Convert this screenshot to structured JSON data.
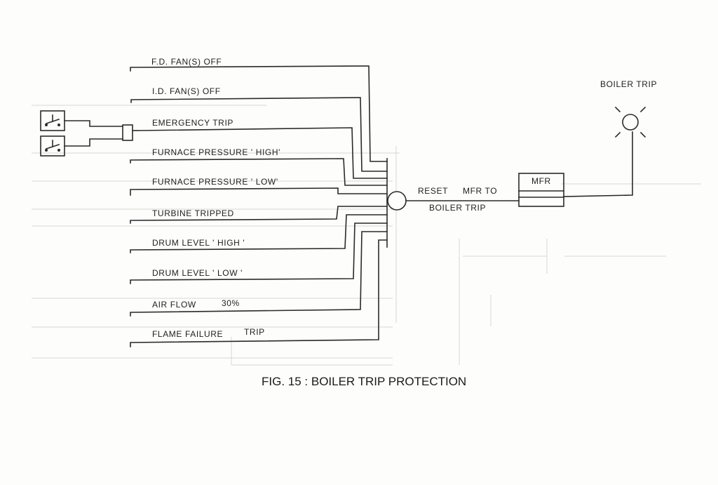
{
  "diagram": {
    "inputs": [
      {
        "id": "fd-fan",
        "label": "F.D. FAN(S) OFF"
      },
      {
        "id": "id-fan",
        "label": "I.D. FAN(S) OFF"
      },
      {
        "id": "emergency",
        "label": "EMERGENCY TRIP"
      },
      {
        "id": "furnace-high",
        "label": "FURNACE PRESSURE ' HIGH'"
      },
      {
        "id": "furnace-low",
        "label": "FURNACE PRESSURE ' LOW'"
      },
      {
        "id": "turbine",
        "label": "TURBINE TRIPPED"
      },
      {
        "id": "drum-high",
        "label": "DRUM LEVEL ' HIGH '"
      },
      {
        "id": "drum-low",
        "label": "DRUM LEVEL ' LOW '"
      },
      {
        "id": "air-flow",
        "label": "AIR FLOW",
        "value": "30%"
      },
      {
        "id": "flame-failure",
        "label": "FLAME FAILURE",
        "value": "TRIP"
      }
    ],
    "or_gate_label_1": "RESET",
    "or_gate_label_2": "MFR TO",
    "or_gate_label_3": "BOILER TRIP",
    "mfr_label": "MFR",
    "output_label": "BOILER TRIP",
    "caption": "FIG. 15 : BOILER TRIP PROTECTION"
  }
}
